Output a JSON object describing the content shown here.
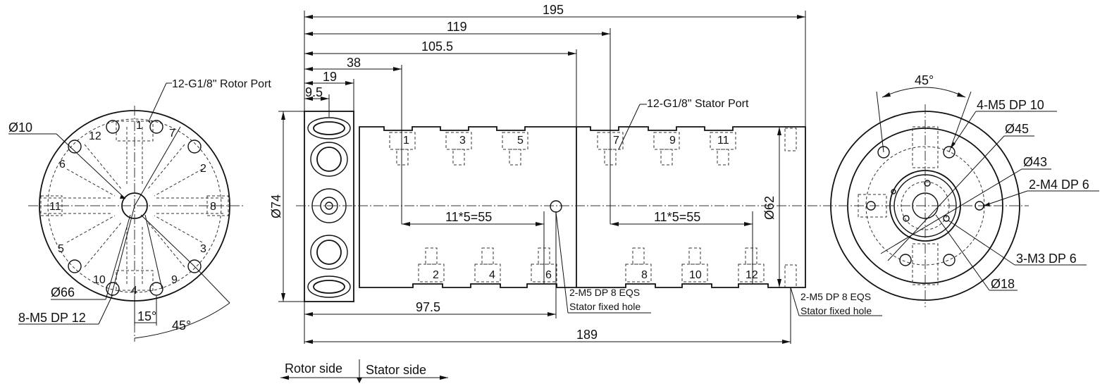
{
  "left_view": {
    "rotor_port": "12-G1/8\"  Rotor Port",
    "dia_hole": "Ø10",
    "dia_pcd": "Ø66",
    "thread": "8-M5 DP 12",
    "angle_small": "15°",
    "angle_large": "45°",
    "port_numbers": [
      "1",
      "2",
      "3",
      "4",
      "5",
      "6",
      "7",
      "8",
      "9",
      "10",
      "11",
      "12"
    ]
  },
  "side_view": {
    "dim_195": "195",
    "dim_119": "119",
    "dim_105_5": "105.5",
    "dim_38": "38",
    "dim_19": "19",
    "dim_9_5": "9.5",
    "dim_74": "Ø74",
    "dim_62": "Ø62",
    "pitch_left": "11*5=55",
    "pitch_right": "11*5=55",
    "dim_97_5": "97.5",
    "dim_189": "189",
    "stator_port": "12-G1/8\" Stator Port",
    "fixed_hole_1": "2-M5 DP 8 EQS",
    "fixed_hole_1_sub": "Stator fixed hole",
    "fixed_hole_2": "2-M5 DP 8 EQS",
    "fixed_hole_2_sub": "Stator fixed hole",
    "top_ports": [
      "1",
      "3",
      "5",
      "7",
      "9",
      "11"
    ],
    "bottom_ports": [
      "2",
      "4",
      "6",
      "8",
      "10",
      "12"
    ]
  },
  "right_view": {
    "angle": "45°",
    "thread_1": "4-M5 DP 10",
    "dia_45": "Ø45",
    "dia_43": "Ø43",
    "thread_2": "2-M4 DP 6",
    "thread_3": "3-M3 DP 6",
    "dia_18": "Ø18"
  },
  "sides": {
    "rotor": "Rotor side",
    "stator": "Stator side"
  }
}
